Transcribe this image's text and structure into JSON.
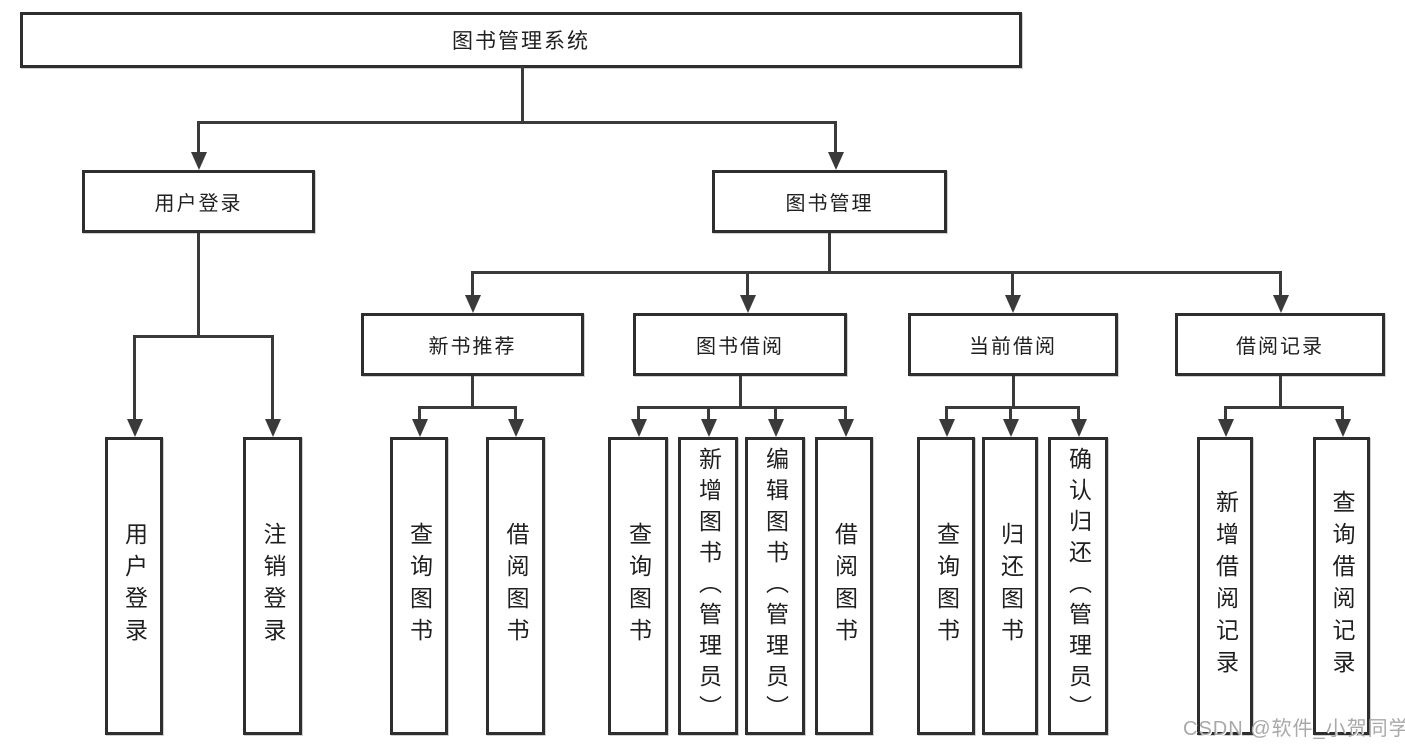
{
  "diagram": {
    "root": {
      "label": "图书管理系统"
    },
    "level2": [
      {
        "label": "用户登录"
      },
      {
        "label": "图书管理"
      }
    ],
    "level3": [
      {
        "label": "新书推荐"
      },
      {
        "label": "图书借阅"
      },
      {
        "label": "当前借阅"
      },
      {
        "label": "借阅记录"
      }
    ],
    "leaves": {
      "user_login": [
        {
          "label": "用户登录"
        },
        {
          "label": "注销登录"
        }
      ],
      "new_book": [
        {
          "label": "查询图书"
        },
        {
          "label": "借阅图书"
        }
      ],
      "borrow": [
        {
          "label": "查询图书"
        },
        {
          "label": "新增图书（管理员）"
        },
        {
          "label": "编辑图书（管理员）"
        },
        {
          "label": "借阅图书"
        }
      ],
      "current": [
        {
          "label": "查询图书"
        },
        {
          "label": "归还图书"
        },
        {
          "label": "确认归还（管理员）"
        }
      ],
      "records": [
        {
          "label": "新增借阅记录"
        },
        {
          "label": "查询借阅记录"
        }
      ]
    }
  },
  "watermark": {
    "text": "CSDN @软件_小贺同学"
  },
  "colors": {
    "line": "#3a3a3a",
    "box_border": "#2e2e2e",
    "text": "#1f1f1f",
    "watermark": "#a9a9a9",
    "background": "#ffffff"
  }
}
